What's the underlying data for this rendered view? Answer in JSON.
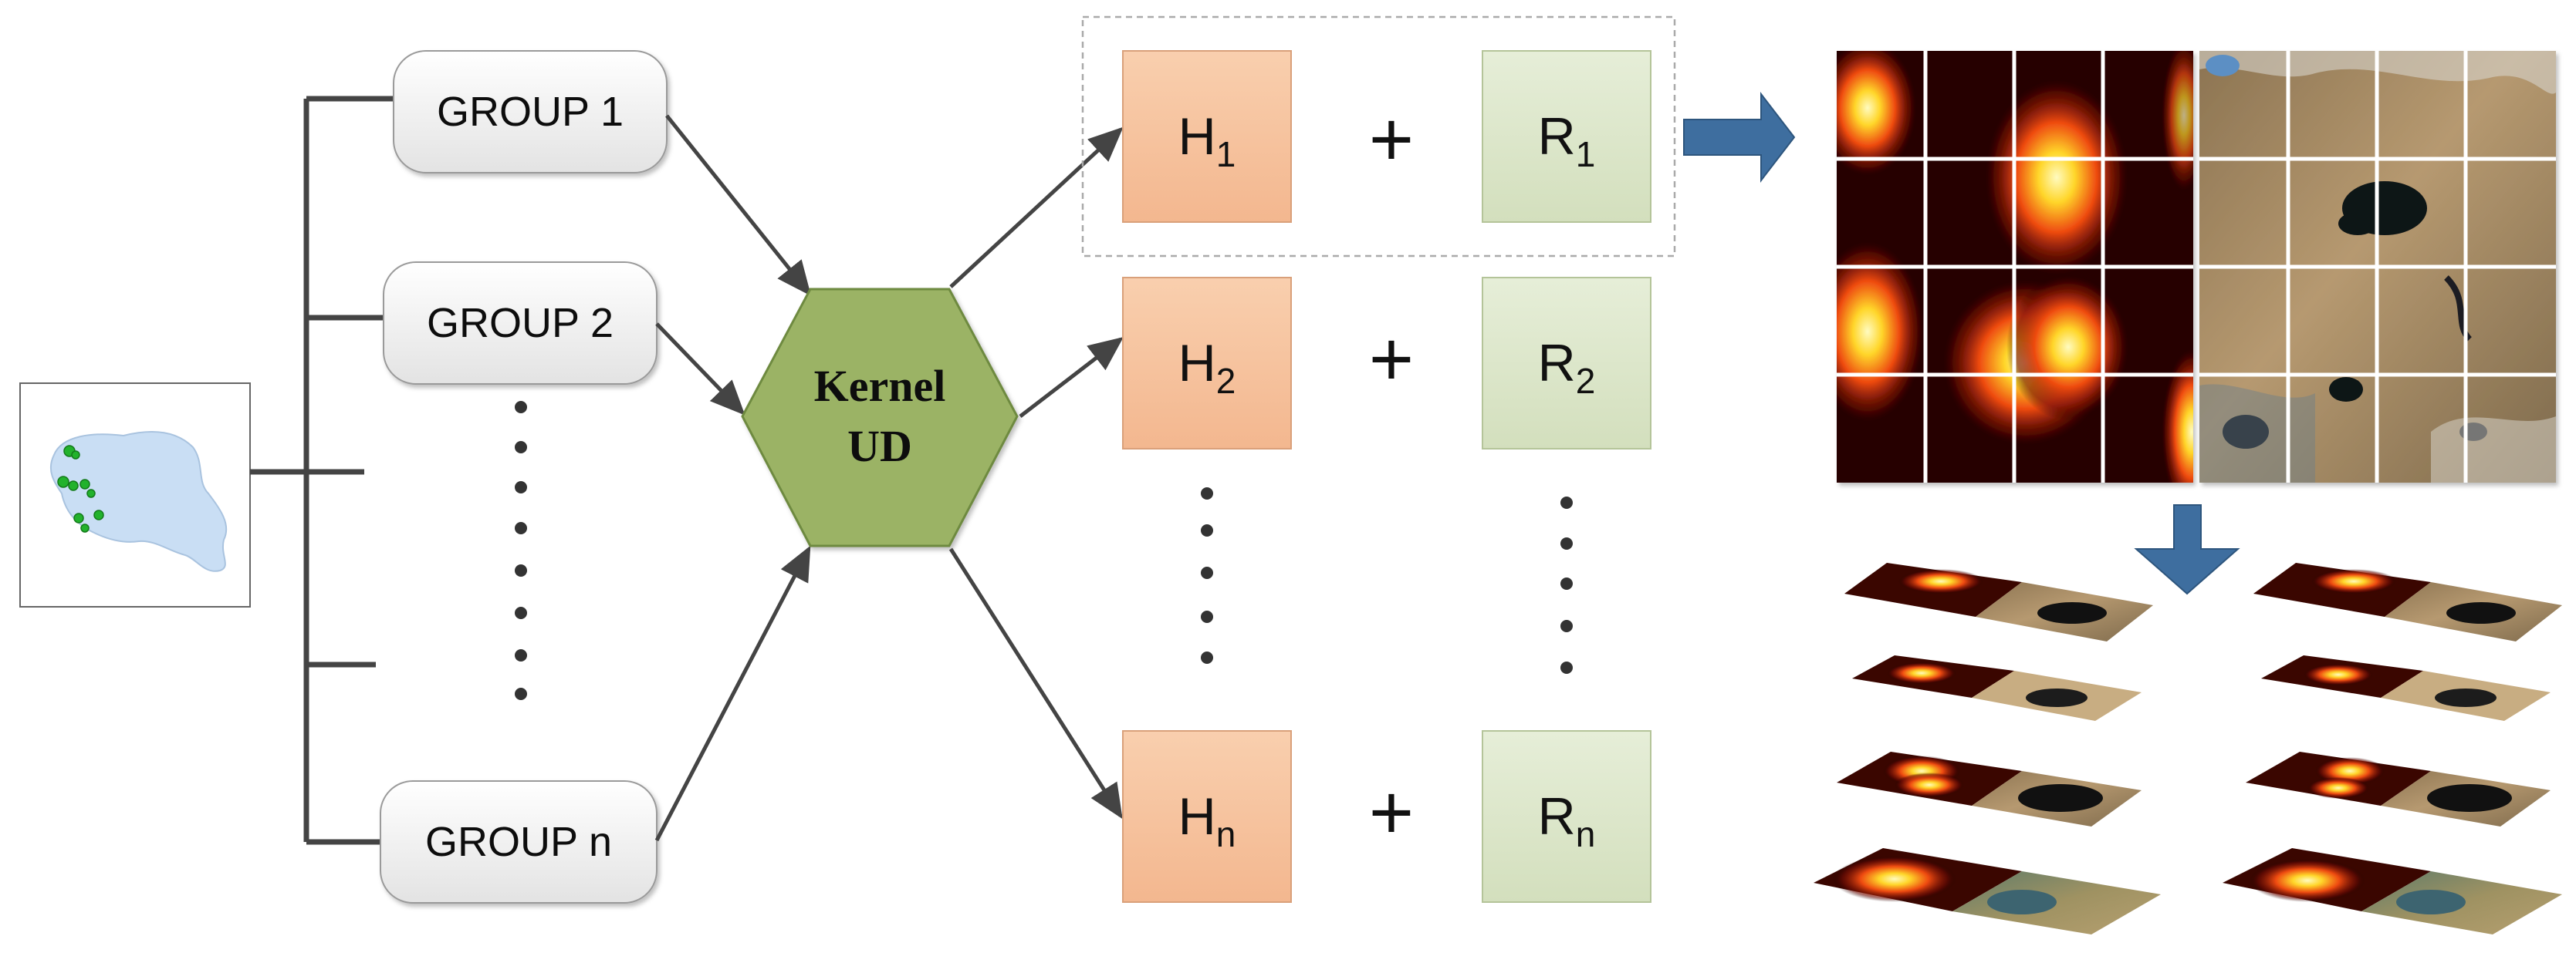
{
  "groups": [
    {
      "label": "GROUP 1"
    },
    {
      "label": "GROUP 2"
    },
    {
      "label": "GROUP n"
    }
  ],
  "kernel": {
    "line1": "Kernel",
    "line2": "UD"
  },
  "rows": [
    {
      "h_base": "H",
      "h_sub": "1",
      "plus": "+",
      "r_base": "R",
      "r_sub": "1"
    },
    {
      "h_base": "H",
      "h_sub": "2",
      "plus": "+",
      "r_base": "R",
      "r_sub": "2"
    },
    {
      "h_base": "H",
      "h_sub": "n",
      "plus": "+",
      "r_base": "R",
      "r_sub": "n"
    }
  ],
  "colors": {
    "group_fill_top": "#ffffff",
    "group_fill_bottom": "#e6e6e6",
    "group_stroke": "#9a9a9a",
    "hexagon_fill": "#9bb365",
    "hexagon_stroke": "#6e8a3f",
    "h_box_fill": "#f7c7a3",
    "h_box_stroke": "#d9a07a",
    "r_box_fill": "#dde7cc",
    "r_box_stroke": "#b4c499",
    "arrow_blue": "#3e6e9f",
    "connector": "#444444",
    "lake_fill": "#c9def4",
    "points": "#22b22c"
  },
  "icons": {
    "map_thumbnail": "lake-map-icon",
    "heat_grid": "heatmap-grid-image",
    "satellite_grid": "satellite-grid-image",
    "layer_stack": "layer-stack-image"
  }
}
